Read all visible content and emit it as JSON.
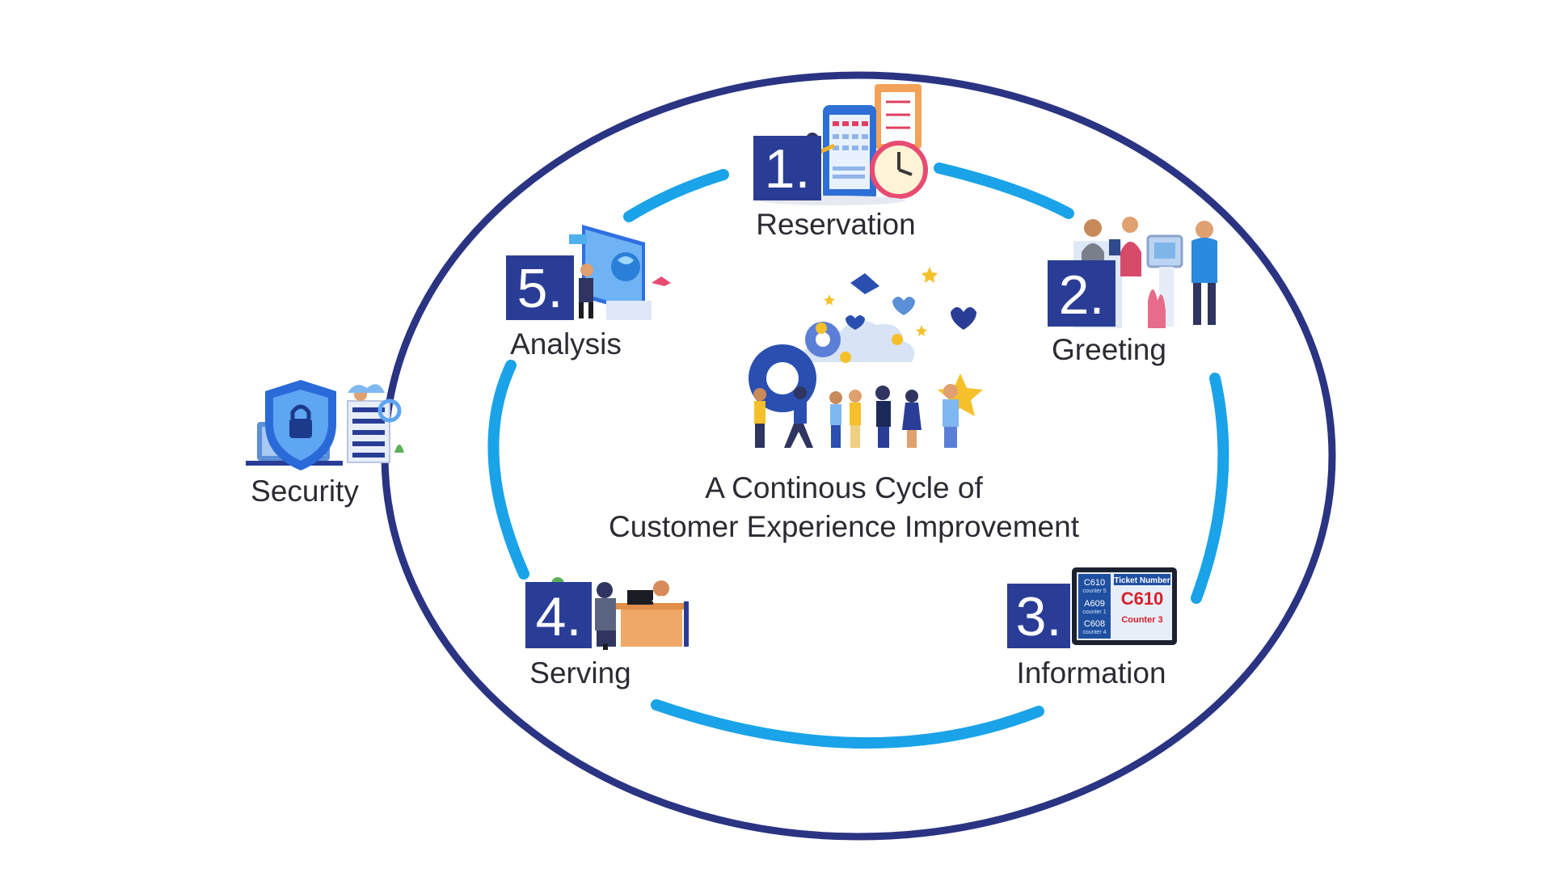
{
  "center": {
    "line1": "A Continous Cycle of",
    "line2": "Customer Experience Improvement"
  },
  "steps": [
    {
      "number": "1.",
      "label": "Reservation",
      "icon": "calendar-clock-icon"
    },
    {
      "number": "2.",
      "label": "Greeting",
      "icon": "kiosk-greeting-icon"
    },
    {
      "number": "3.",
      "label": "Information",
      "icon": "ticket-display-icon"
    },
    {
      "number": "4.",
      "label": "Serving",
      "icon": "service-desk-icon"
    },
    {
      "number": "5.",
      "label": "Analysis",
      "icon": "analytics-screen-icon"
    }
  ],
  "outer": {
    "label": "Security",
    "icon": "shield-lock-icon"
  },
  "display_screen": {
    "rows": [
      "C610",
      "A609",
      "C608"
    ],
    "counters": [
      "counter 5",
      "counter 1",
      "counter 4"
    ],
    "header": "Ticket Number",
    "ticket": "C610",
    "counter": "Counter 3"
  },
  "colors": {
    "outer_ring": "#2a3483",
    "inner_ring": "#1aa3e8",
    "number_box": "#2a3d96"
  }
}
